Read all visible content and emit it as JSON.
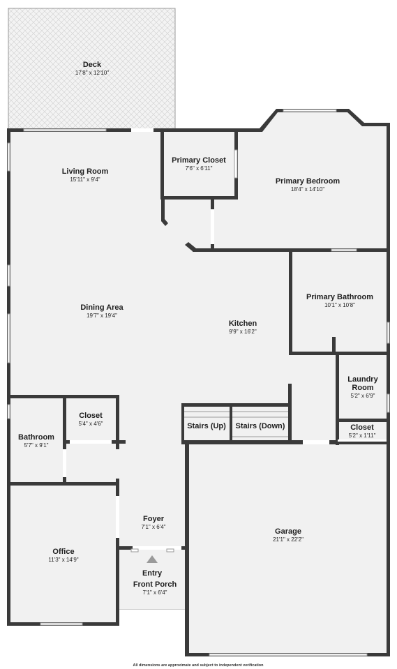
{
  "rooms": {
    "deck": {
      "name": "Deck",
      "dims": "17'8\" x 12'10\""
    },
    "living_room": {
      "name": "Living Room",
      "dims": "15'11\" x 9'4\""
    },
    "primary_closet": {
      "name": "Primary Closet",
      "dims": "7'6\" x 6'11\""
    },
    "primary_bedroom": {
      "name": "Primary Bedroom",
      "dims": "18'4\" x 14'10\""
    },
    "dining_area": {
      "name": "Dining Area",
      "dims": "19'7\" x 19'4\""
    },
    "kitchen": {
      "name": "Kitchen",
      "dims": "9'9\" x 16'2\""
    },
    "primary_bathroom": {
      "name": "Primary Bathroom",
      "dims": "10'1\" x 10'8\""
    },
    "laundry_room": {
      "name_line1": "Laundry",
      "name_line2": "Room",
      "dims": "5'2\" x 6'9\""
    },
    "closet_hall": {
      "name": "Closet",
      "dims": "5'4\" x 4'6\""
    },
    "bathroom": {
      "name": "Bathroom",
      "dims": "5'7\" x 9'1\""
    },
    "stairs_up": {
      "name": "Stairs (Up)"
    },
    "stairs_down": {
      "name": "Stairs (Down)"
    },
    "closet_laundry": {
      "name": "Closet",
      "dims": "5'2\" x 1'11\""
    },
    "foyer": {
      "name": "Foyer",
      "dims": "7'1\" x 6'4\""
    },
    "garage": {
      "name": "Garage",
      "dims": "21'1\" x 22'2\""
    },
    "office": {
      "name": "Office",
      "dims": "11'3\" x 14'9\""
    },
    "entry": {
      "name_line1": "Entry",
      "name_line2": "Front Porch",
      "dims": "7'1\" x 6'4\""
    }
  },
  "footer": "All dimensions are approximate and subject to independent verification",
  "colors": {
    "wall": "#3a3a3a",
    "floor": "#f1f1f1",
    "background": "#ffffff"
  },
  "icons": {
    "entry_marker": "triangle-up-icon"
  }
}
